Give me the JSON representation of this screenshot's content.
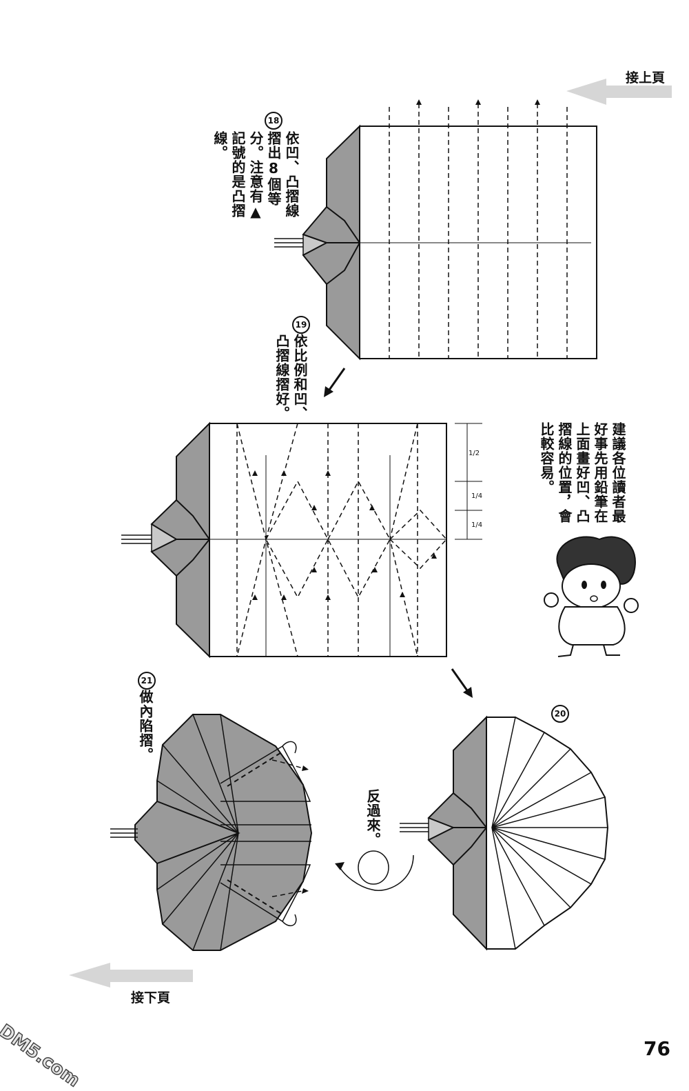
{
  "page": {
    "continued_from_label": "接上頁",
    "continued_to_label": "接下頁",
    "page_number": "76",
    "watermark": "DM5.com"
  },
  "steps": [
    {
      "number": "18",
      "text": "依凹、凸摺線摺出8個等分。注意有▲記號的是凸摺線。"
    },
    {
      "number": "19",
      "text": "依比例和凹、凸摺線摺好。"
    },
    {
      "number": "20",
      "text": ""
    },
    {
      "number": "21",
      "text": "做內陷摺。"
    }
  ],
  "tip": {
    "text": "建議各位讀者最好事先用鉛筆在上面畫好凹、凸摺線的位置，會比較容易。"
  },
  "turn_over_label": "反過來。",
  "ratio_marks": [
    "1/2",
    "1/4",
    "1/4"
  ]
}
